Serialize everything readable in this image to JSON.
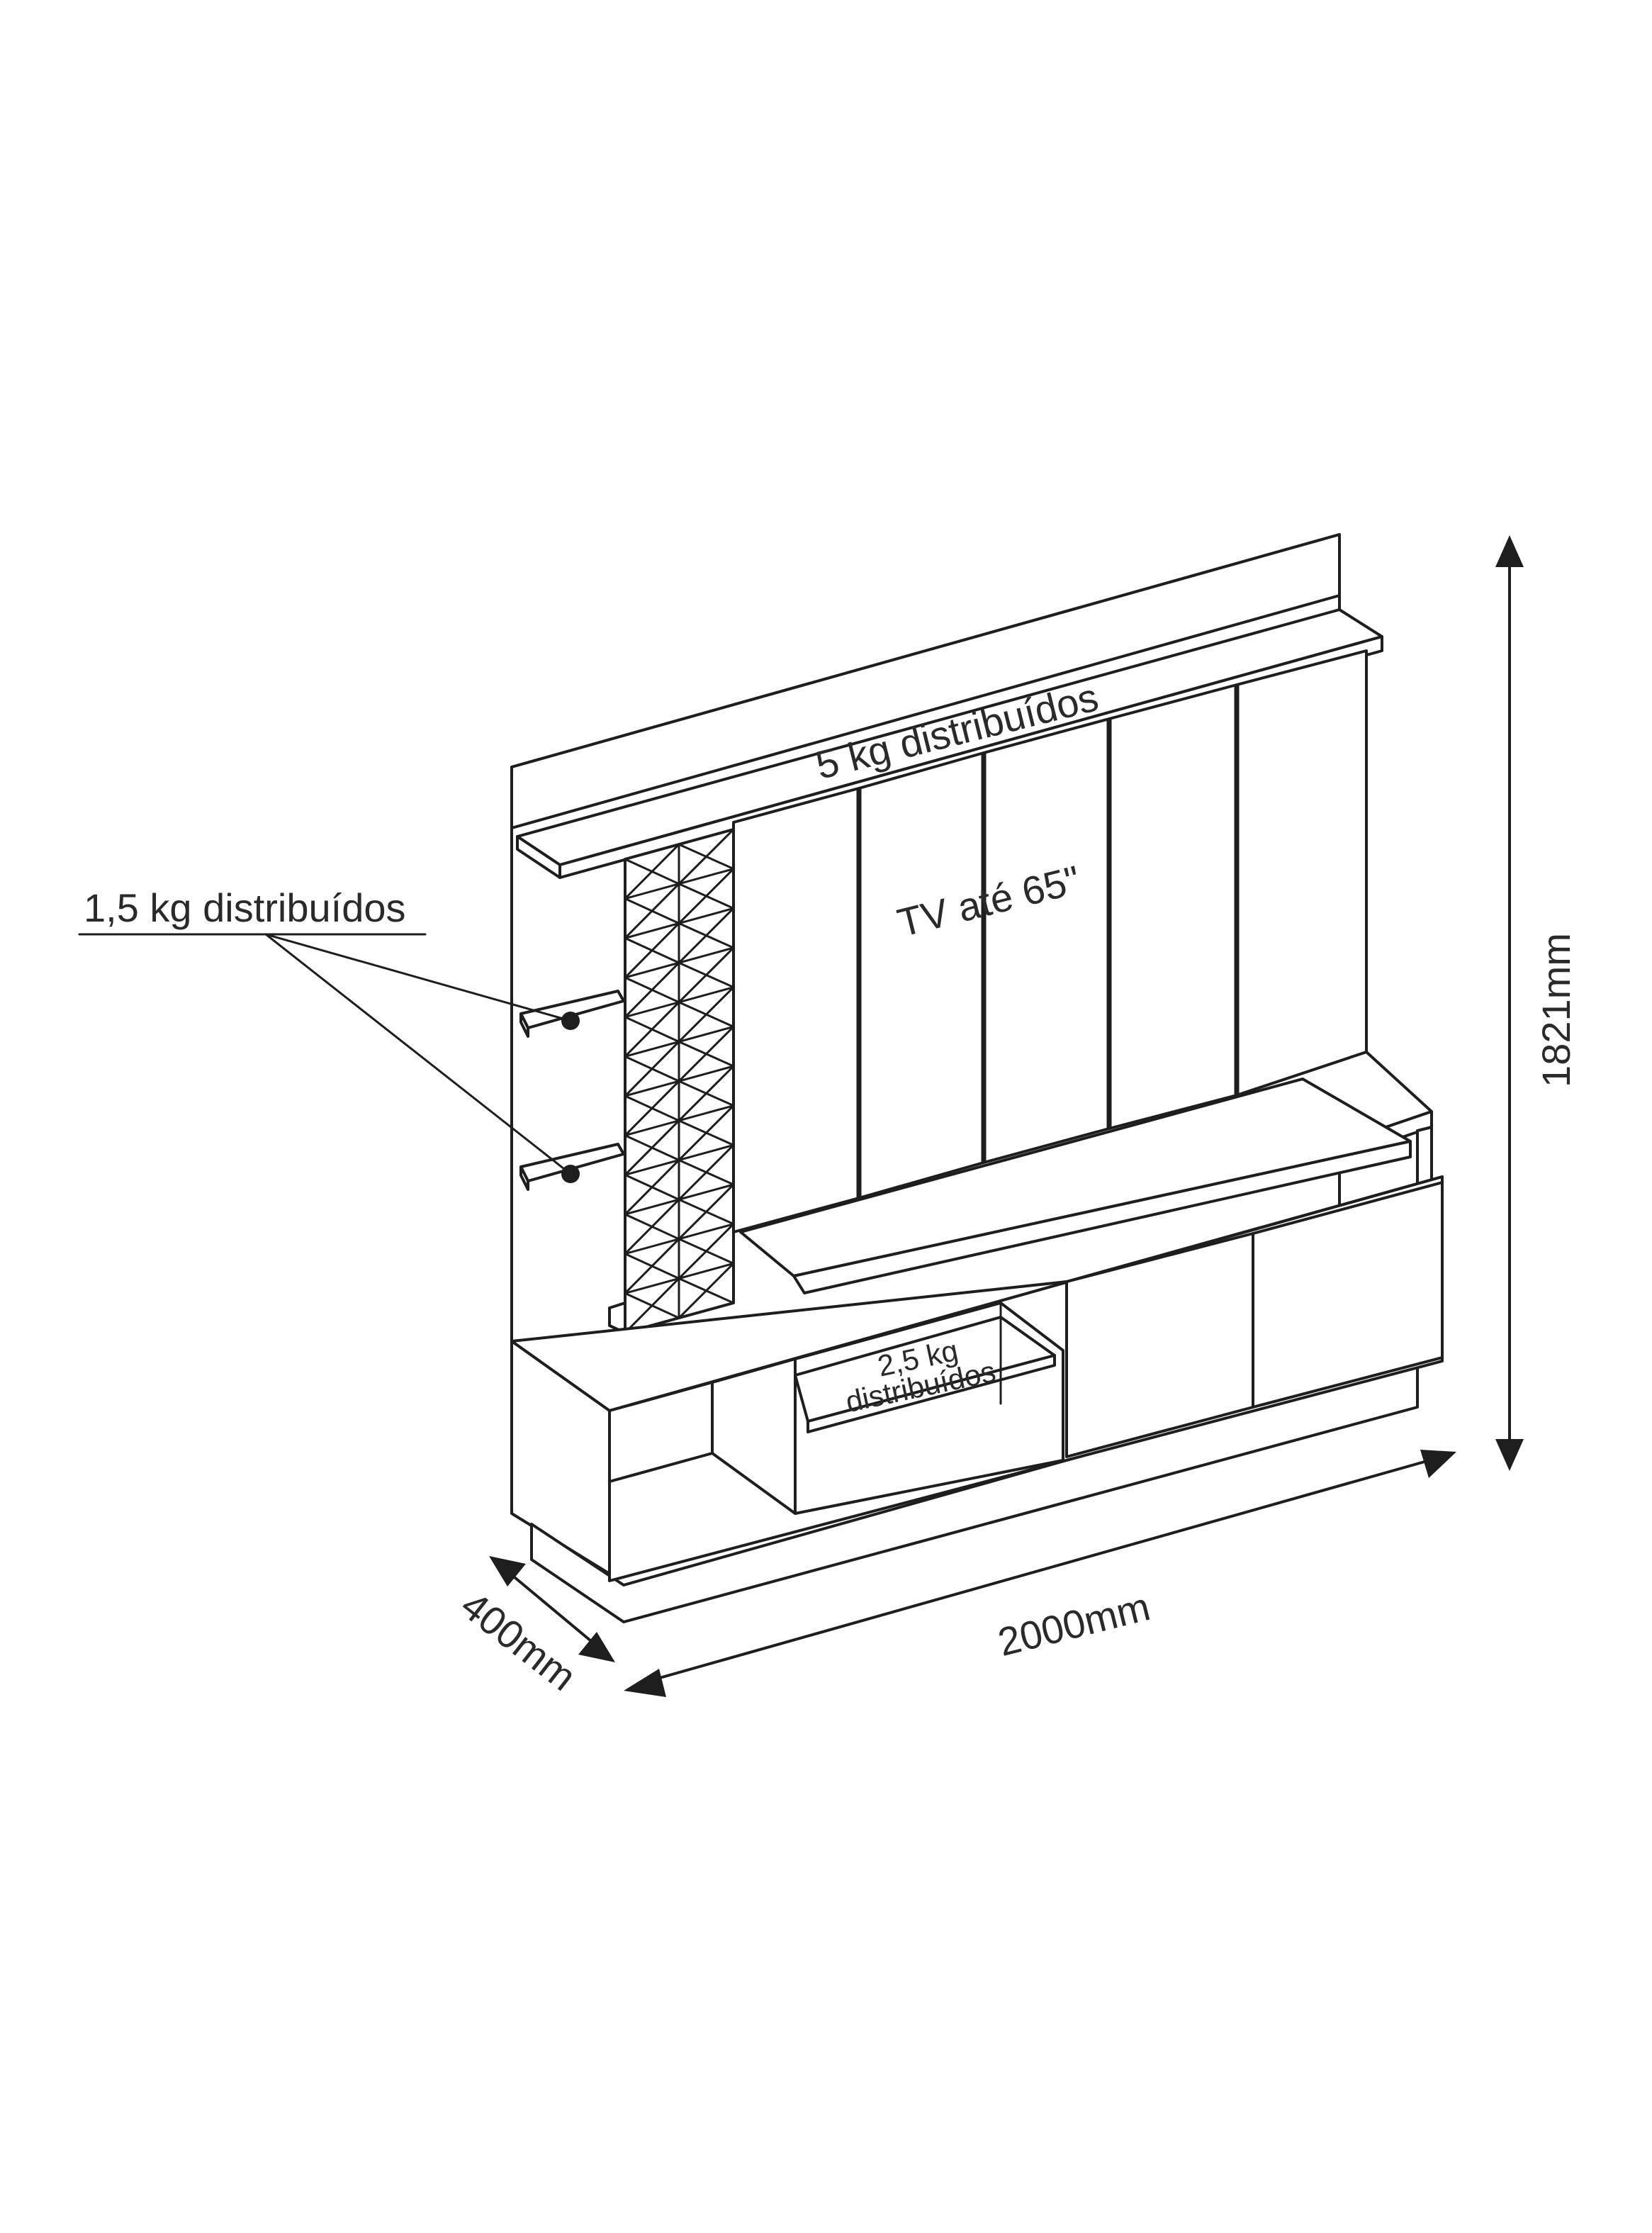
{
  "labels": {
    "top_shelf_load": "5 kg distribuídos",
    "side_shelves_load": "1,5 kg distribuídos",
    "tv_capacity": "TV até 65\"",
    "middle_shelf_load_line1": "2,5 kg",
    "middle_shelf_load_line2": "distribuídos"
  },
  "dimensions": {
    "height": "1821mm",
    "width": "2000mm",
    "depth": "400mm"
  },
  "colors": {
    "line": "#1e1e1e",
    "text": "#2a2a2a",
    "background": "#ffffff"
  }
}
